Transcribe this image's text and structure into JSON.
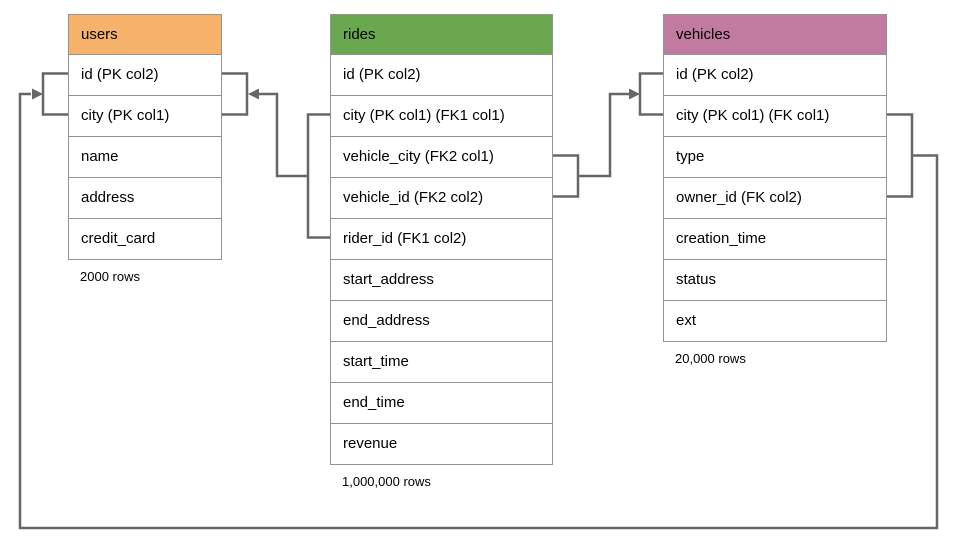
{
  "diagram": {
    "line_color": "#666666",
    "border_color": "#949494",
    "tables": [
      {
        "name": "users",
        "header_color": "#F6B26B",
        "columns": [
          "id (PK col2)",
          "city (PK col1)",
          "name",
          "address",
          "credit_card"
        ],
        "row_count_label": "2000 rows"
      },
      {
        "name": "rides",
        "header_color": "#6AA84F",
        "columns": [
          "id (PK col2)",
          "city (PK col1) (FK1 col1)",
          "vehicle_city (FK2 col1)",
          "vehicle_id (FK2 col2)",
          "rider_id (FK1 col2)",
          "start_address",
          "end_address",
          "start_time",
          "end_time",
          "revenue"
        ],
        "row_count_label": "1,000,000 rows"
      },
      {
        "name": "vehicles",
        "header_color": "#C27BA0",
        "columns": [
          "id (PK col2)",
          "city (PK col1) (FK col1)",
          "type",
          "owner_id (FK col2)",
          "creation_time",
          "status",
          "ext"
        ],
        "row_count_label": "20,000 rows"
      }
    ],
    "relationships": [
      {
        "from": "rides (city, rider_id) FK1",
        "to": "users (city, id)"
      },
      {
        "from": "rides (vehicle_city, vehicle_id) FK2",
        "to": "vehicles (city, id)"
      },
      {
        "from": "vehicles (city, owner_id) FK",
        "to": "users (city, id)"
      }
    ]
  }
}
